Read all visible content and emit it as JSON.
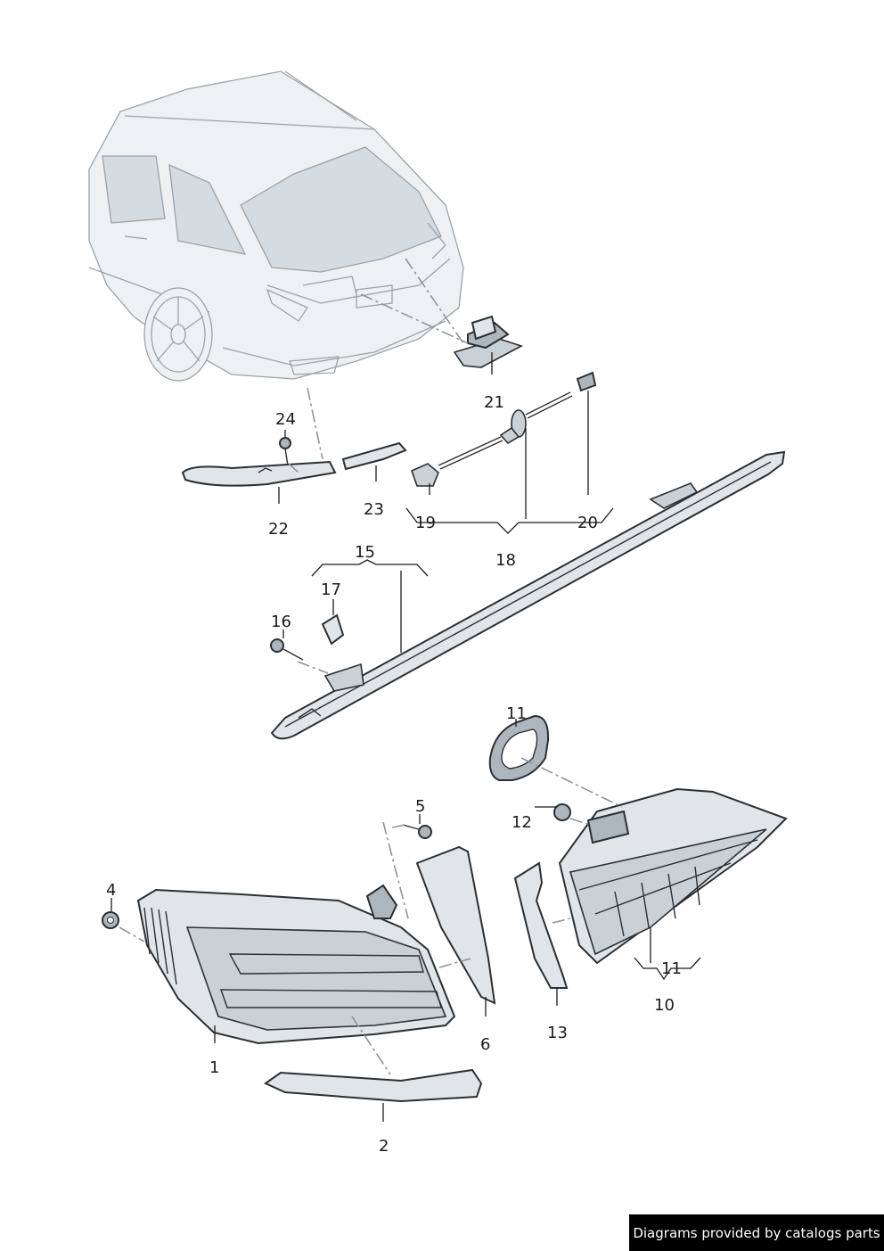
{
  "callouts": {
    "c1": "1",
    "c2": "2",
    "c4": "4",
    "c5": "5",
    "c6": "6",
    "c10": "10",
    "c11a": "11",
    "c11b": "11",
    "c12": "12",
    "c13": "13",
    "c15": "15",
    "c16": "16",
    "c17": "17",
    "c18": "18",
    "c19": "19",
    "c20": "20",
    "c21": "21",
    "c22": "22",
    "c23": "23",
    "c24": "24"
  },
  "watermark": "Diagrams provided by catalogs parts",
  "colors": {
    "ink": "#1b1b1b",
    "part_outline": "#2a2f33",
    "part_fill": "#dfe5e9",
    "car_outline": "#9aa2a8",
    "watermark_bg": "#000000",
    "watermark_text": "#ffffff"
  }
}
